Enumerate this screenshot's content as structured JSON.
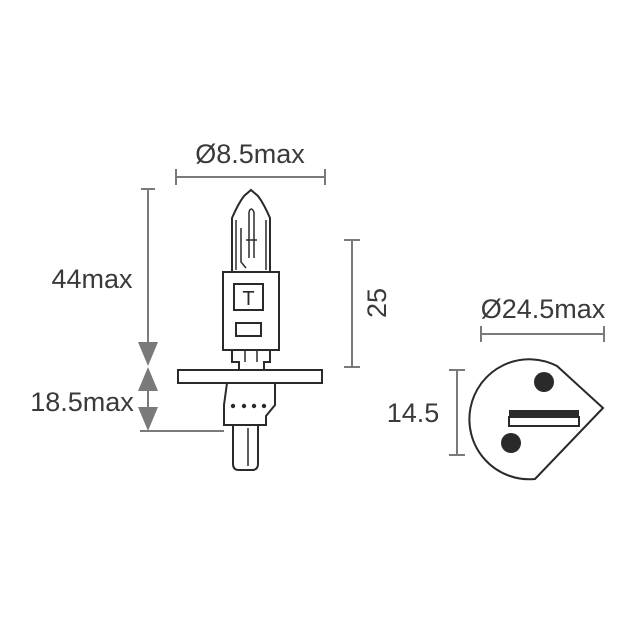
{
  "labels": {
    "top_diameter": "Ø8.5max",
    "total_length": "44max",
    "base_length": "18.5max",
    "glass_height": "25",
    "base_diameter": "Ø24.5max",
    "flange_offset": "14.5",
    "type_mark": "T"
  },
  "colors": {
    "outline": "#2a2a2a",
    "dimension": "#7a7a7a",
    "text": "#3a3a3a"
  }
}
